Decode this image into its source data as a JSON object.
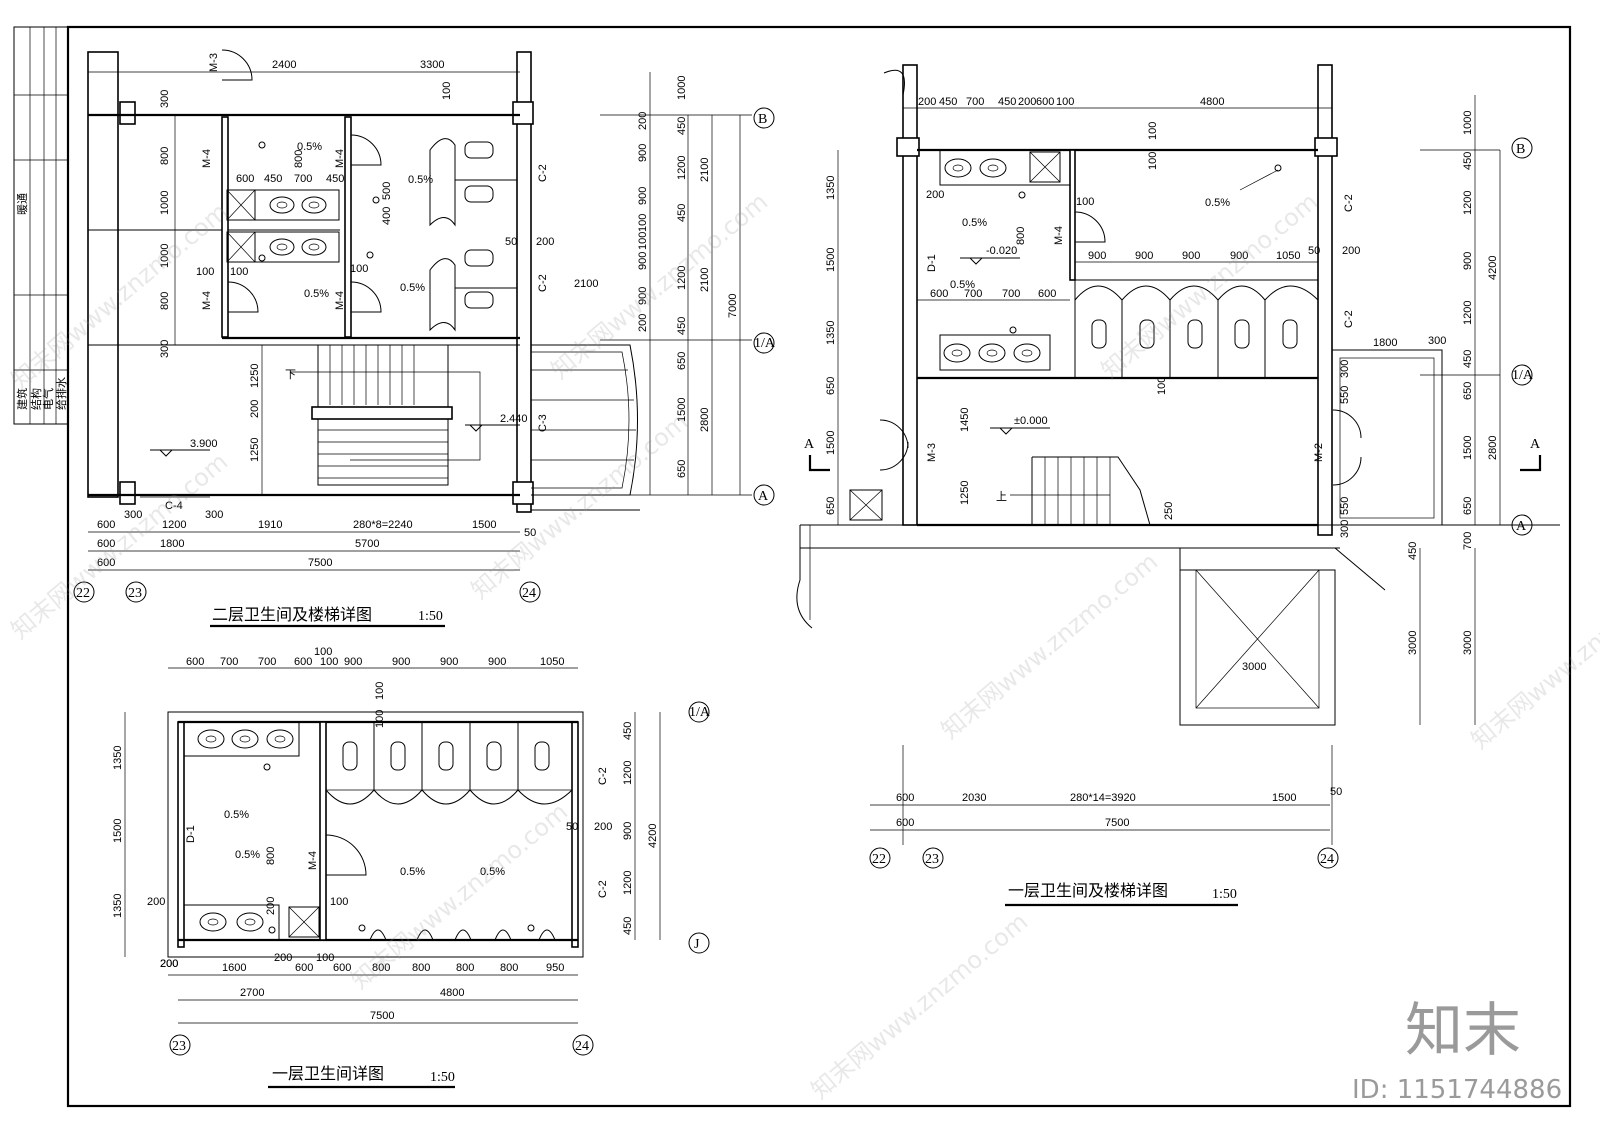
{
  "title_block": {
    "top_label": "暖通",
    "rows": [
      "建筑",
      "结构",
      "电气",
      "给排水"
    ]
  },
  "plans": {
    "second_floor": {
      "title": "二层卫生间及楼梯详图",
      "scale": "1:50",
      "top_dims": [
        "2400",
        "3300"
      ],
      "bottom_dims_row1": [
        "600",
        "300",
        "1200",
        "300",
        "1910",
        "280*8=2240",
        "1500",
        "50"
      ],
      "bottom_dims_row2": [
        "600",
        "1800",
        "5700"
      ],
      "bottom_dims_row3": [
        "600",
        "7500"
      ],
      "right_dims_outer": [
        "1000",
        "200",
        "450",
        "900",
        "1200",
        "900",
        "100",
        "450",
        "100",
        "900",
        "1200",
        "900",
        "450",
        "200",
        "650",
        "1500",
        "650"
      ],
      "right_dims_mid": [
        "2100",
        "2100",
        "2800"
      ],
      "right_total": "7000",
      "left_dims": [
        "300",
        "800",
        "1000",
        "1000",
        "800",
        "300",
        "1250",
        "200",
        "1250"
      ],
      "room_dims": [
        "600",
        "450",
        "700",
        "450",
        "100",
        "100",
        "800",
        "500",
        "400",
        "2100",
        "50",
        "200",
        "100",
        "100"
      ],
      "slopes": [
        "0.5%",
        "0.5%",
        "0.5%",
        "0.5%"
      ],
      "levels": [
        "3.900",
        "2.440"
      ],
      "labels": [
        "M-3",
        "M-4",
        "M-4",
        "M-4",
        "M-4",
        "C-2",
        "C-2",
        "C-3",
        "C-4",
        "下"
      ],
      "axes": [
        "22",
        "23",
        "24",
        "B",
        "1/A",
        "A"
      ]
    },
    "first_floor_stair": {
      "title": "一层卫生间及楼梯详图",
      "scale": "1:50",
      "top_dims": [
        "200",
        "450",
        "700",
        "450",
        "200",
        "600",
        "100",
        "4800"
      ],
      "inner_dims": [
        "900",
        "900",
        "900",
        "900",
        "1050",
        "600",
        "700",
        "700",
        "600",
        "1800",
        "300"
      ],
      "bottom_dims_row1": [
        "600",
        "2030",
        "280*14=3920",
        "1500",
        "50"
      ],
      "bottom_dims_row2": [
        "600",
        "7500"
      ],
      "left_dims": [
        "1350",
        "1500",
        "1350",
        "650",
        "1500",
        "650"
      ],
      "right_dims_outer": [
        "1000",
        "450",
        "1200",
        "900",
        "1200",
        "450",
        "650",
        "1500",
        "650",
        "700"
      ],
      "right_dims_mid": [
        "4200",
        "2800"
      ],
      "porch_dims": [
        "3000",
        "3000",
        "3000",
        "450"
      ],
      "misc_dims": [
        "100",
        "100",
        "200",
        "100",
        "800",
        "1450",
        "1250",
        "250",
        "100",
        "550",
        "550",
        "300",
        "300",
        "50",
        "200"
      ],
      "slopes": [
        "0.5%",
        "0.5%",
        "0.5%"
      ],
      "levels": [
        "-0.020",
        "±0.000"
      ],
      "labels": [
        "D-1",
        "M-4",
        "M-3",
        "M-2",
        "C-2",
        "C-2",
        "上",
        "A",
        "A"
      ],
      "axes": [
        "22",
        "23",
        "24",
        "B",
        "1/A",
        "A"
      ]
    },
    "first_floor_toilet": {
      "title": "一层卫生间详图",
      "scale": "1:50",
      "top_dims": [
        "600",
        "700",
        "700",
        "600",
        "100",
        "100",
        "900",
        "900",
        "900",
        "900",
        "1050"
      ],
      "bottom_dims_row1": [
        "200",
        "1600",
        "200",
        "600",
        "100",
        "600",
        "800",
        "800",
        "800",
        "800",
        "950"
      ],
      "bottom_dims_row2": [
        "2700",
        "4800"
      ],
      "bottom_dims_row3": [
        "7500"
      ],
      "left_dims": [
        "1350",
        "1500",
        "1350",
        "200",
        "200"
      ],
      "right_dims": [
        "450",
        "1200",
        "900",
        "1200",
        "450"
      ],
      "right_total": "4200",
      "misc_dims": [
        "100",
        "100",
        "800",
        "200",
        "100",
        "50",
        "200"
      ],
      "slopes": [
        "0.5%",
        "0.5%",
        "0.5%",
        "0.5%"
      ],
      "labels": [
        "D-1",
        "M-4",
        "C-2",
        "C-2"
      ],
      "axes": [
        "23",
        "24",
        "1/A",
        "J"
      ]
    }
  },
  "watermark": {
    "text": "知末网www.znzmo.com",
    "logo": "知末",
    "id": "ID: 1151744886"
  }
}
